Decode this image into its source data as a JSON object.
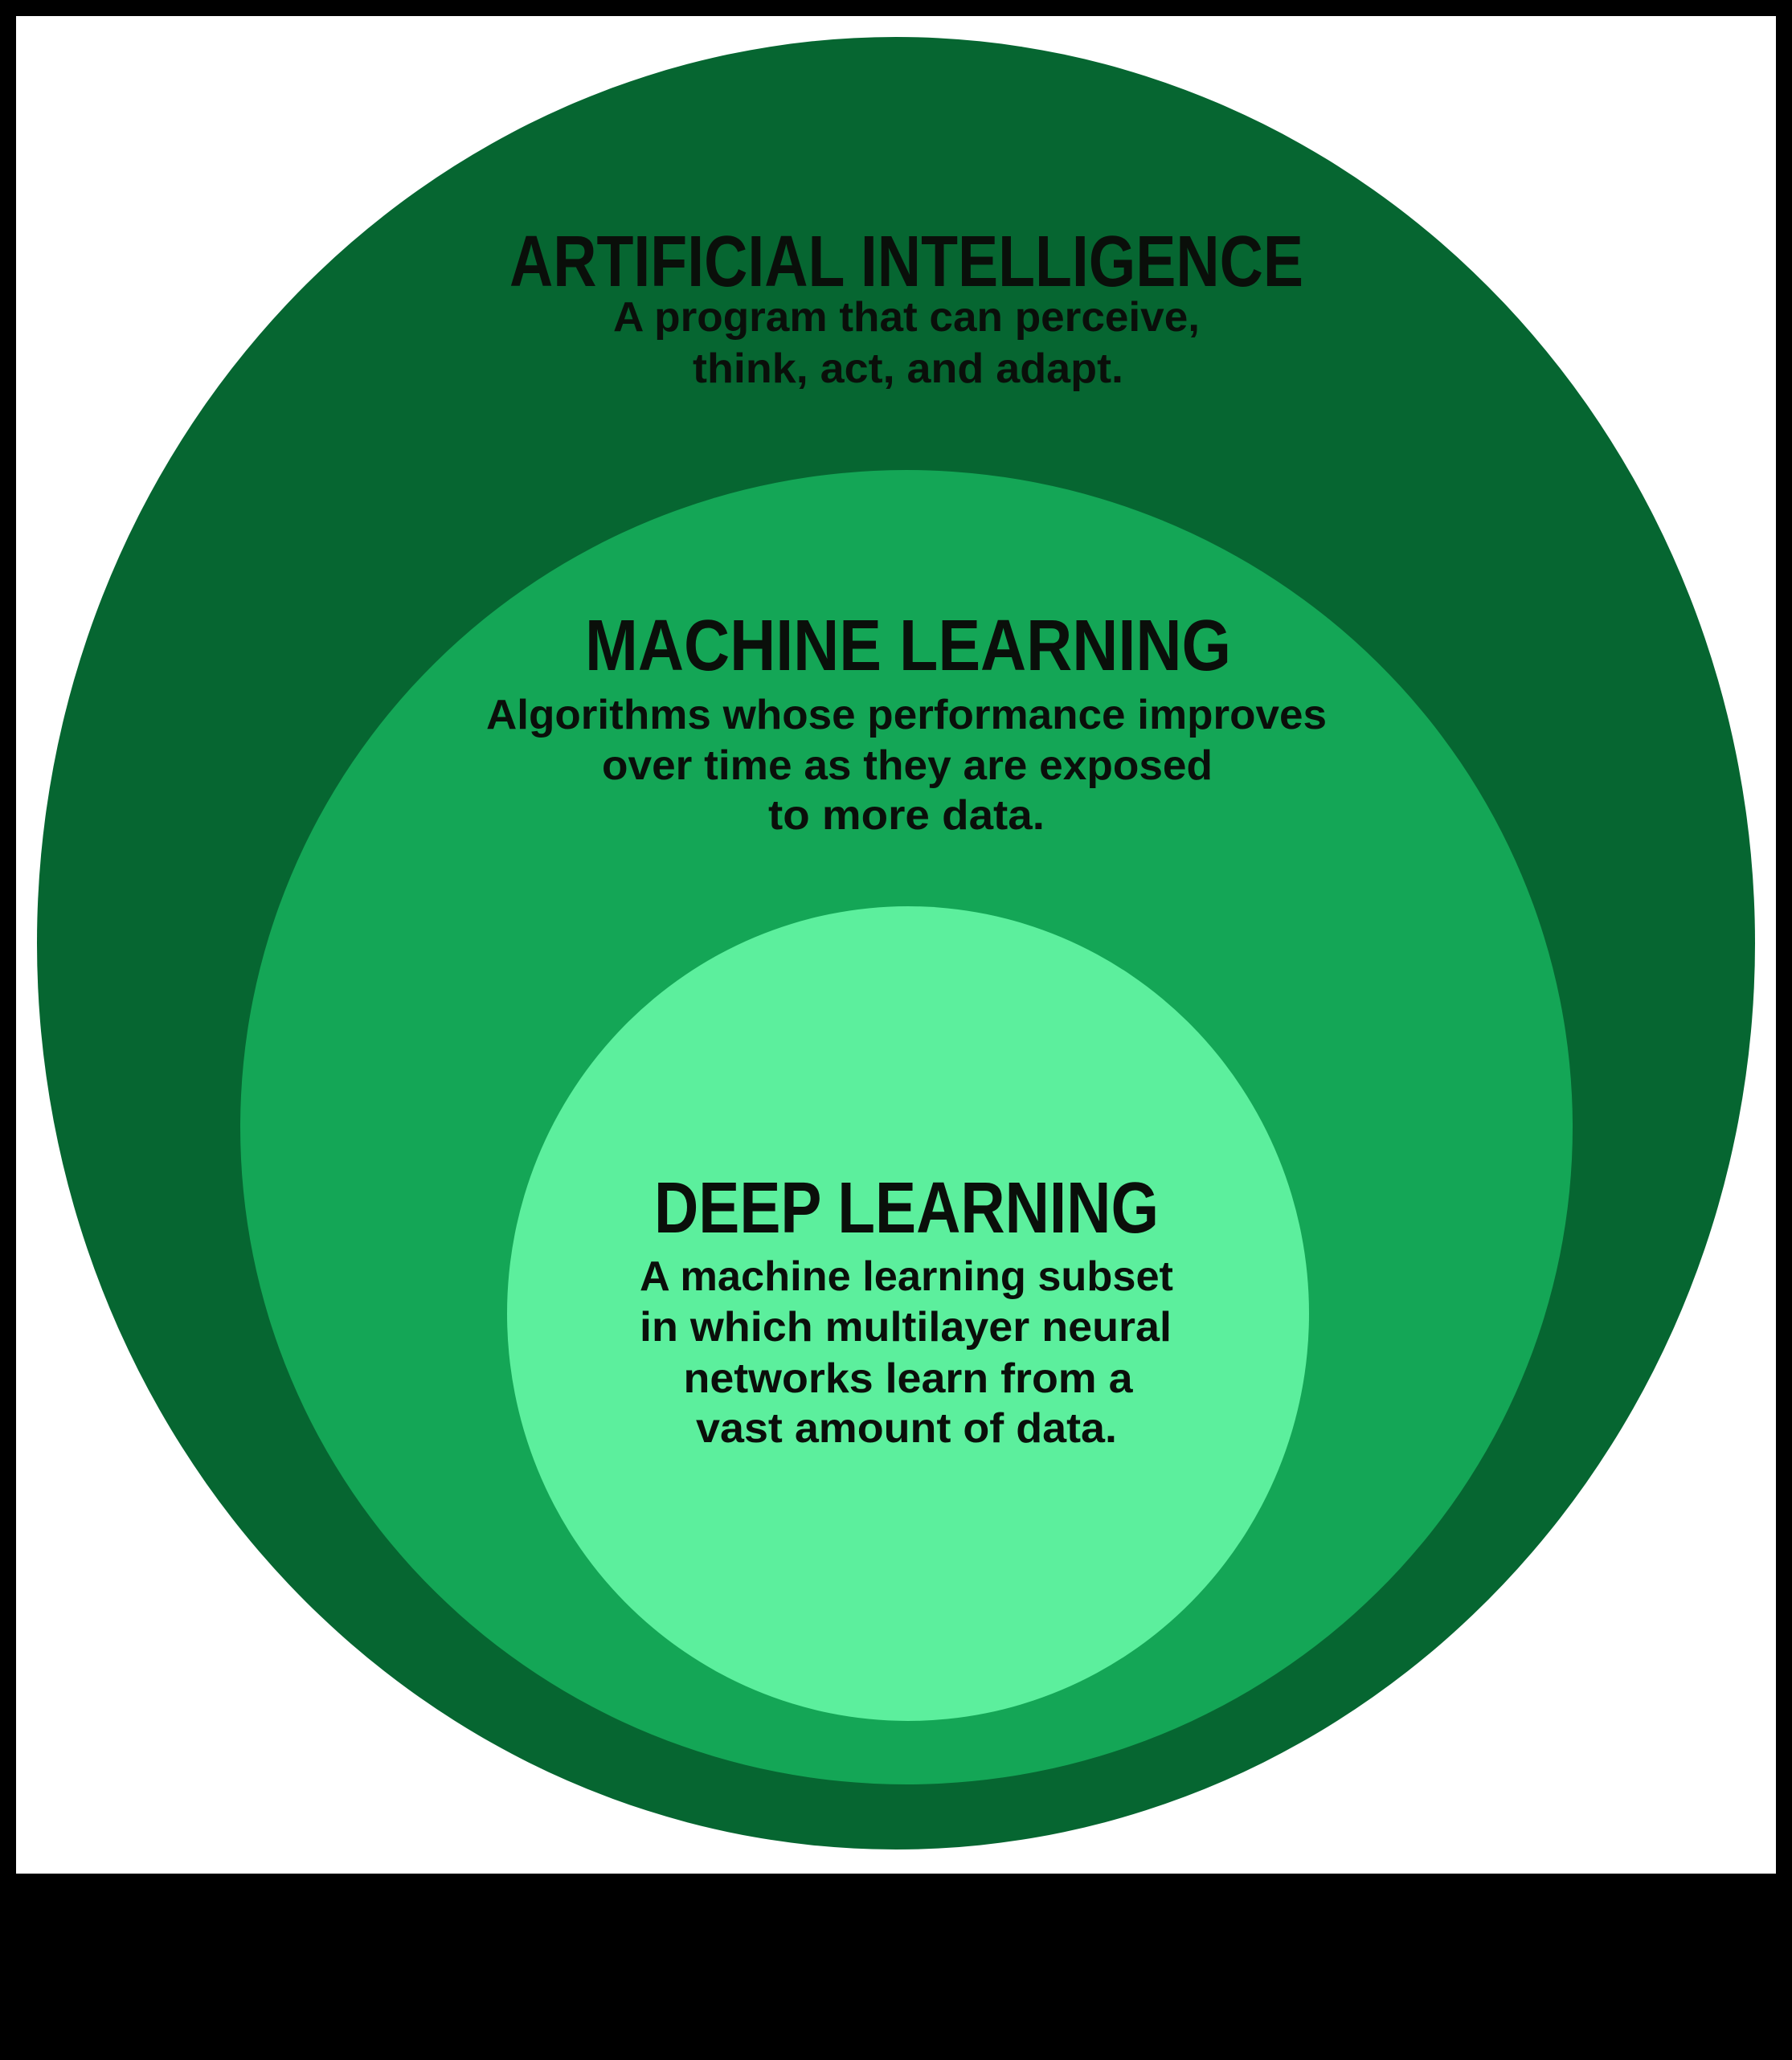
{
  "colors": {
    "frame": "#000000",
    "canvas": "#ffffff",
    "ai": "#066631",
    "ml": "#14a656",
    "dl": "#5cef9d",
    "text": "#0a0f0a"
  },
  "ai": {
    "title": "ARTIFICIAL INTELLIGENCE",
    "lines": [
      "A program that can perceive,",
      "think, act, and adapt."
    ]
  },
  "ml": {
    "title": "MACHINE LEARNING",
    "lines": [
      "Algorithms whose performance improves",
      "over time as they are exposed",
      "to more data."
    ]
  },
  "dl": {
    "title": "DEEP LEARNING",
    "lines": [
      "A machine learning subset",
      "in which multilayer neural",
      "networks learn from a",
      "vast amount of data."
    ]
  }
}
